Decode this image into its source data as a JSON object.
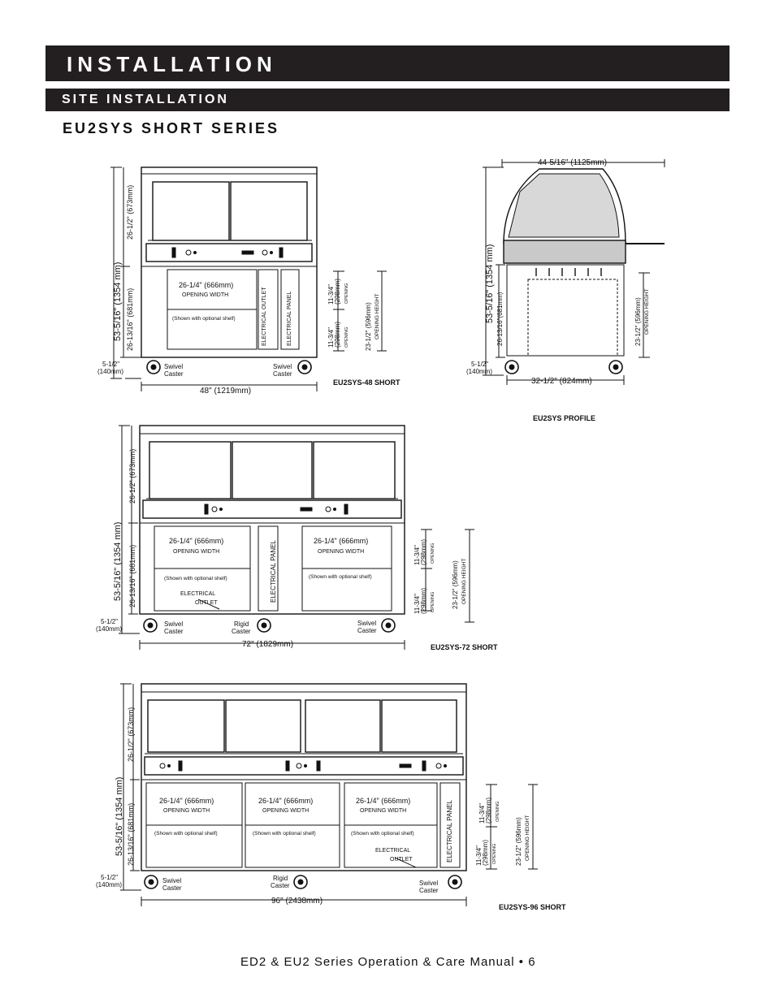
{
  "header": {
    "title": "INSTALLATION",
    "section": "SITE INSTALLATION",
    "series": "EU2SYS SHORT SERIES"
  },
  "footer": "ED2 & EU2 Series Operation & Care Manual • 6",
  "common": {
    "overall_height": "53-5/16\"  (1354 mm)",
    "upper_height": "26-1/2\" (673mm)",
    "lower_height": "26-13/16\" (681mm)",
    "caster_height_a": "5-1/2\"",
    "caster_height_b": "(140mm)",
    "opening_width_dim": "26-1/4\" (666mm)",
    "opening_width_label": "OPENING WIDTH",
    "shelf_note": "(Shown with optional shelf)",
    "swivel": "Swivel",
    "caster": "Caster",
    "rigid": "Rigid",
    "electrical_panel": "ELECTRICAL PANEL",
    "electrical_outlet": "ELECTRICAL OUTLET",
    "electrical": "ELECTRICAL",
    "outlet": "OUTLET",
    "half_open_a": "11-3/4\"",
    "half_open_b": "(298mm)",
    "opening": "OPENING",
    "opening_height_dim": "23-1/2\" (596mm)",
    "opening_height": "OPENING HEIGHT",
    "profile_lower": "26-13/16\"(681mm)",
    "profile_open": "23-1/2\" (596mm)"
  },
  "d48": {
    "width": "48\" (1219mm)",
    "caption": "EU2SYS-48 SHORT"
  },
  "d72": {
    "width": "72\" (1829mm)",
    "caption": "EU2SYS-72 SHORT"
  },
  "d96": {
    "width": "96\" (2438mm)",
    "caption": "EU2SYS-96 SHORT"
  },
  "profile": {
    "depth": "44-5/16\" (1125mm)",
    "base": "32-1/2\" (824mm)",
    "caption": "EU2SYS PROFILE"
  }
}
